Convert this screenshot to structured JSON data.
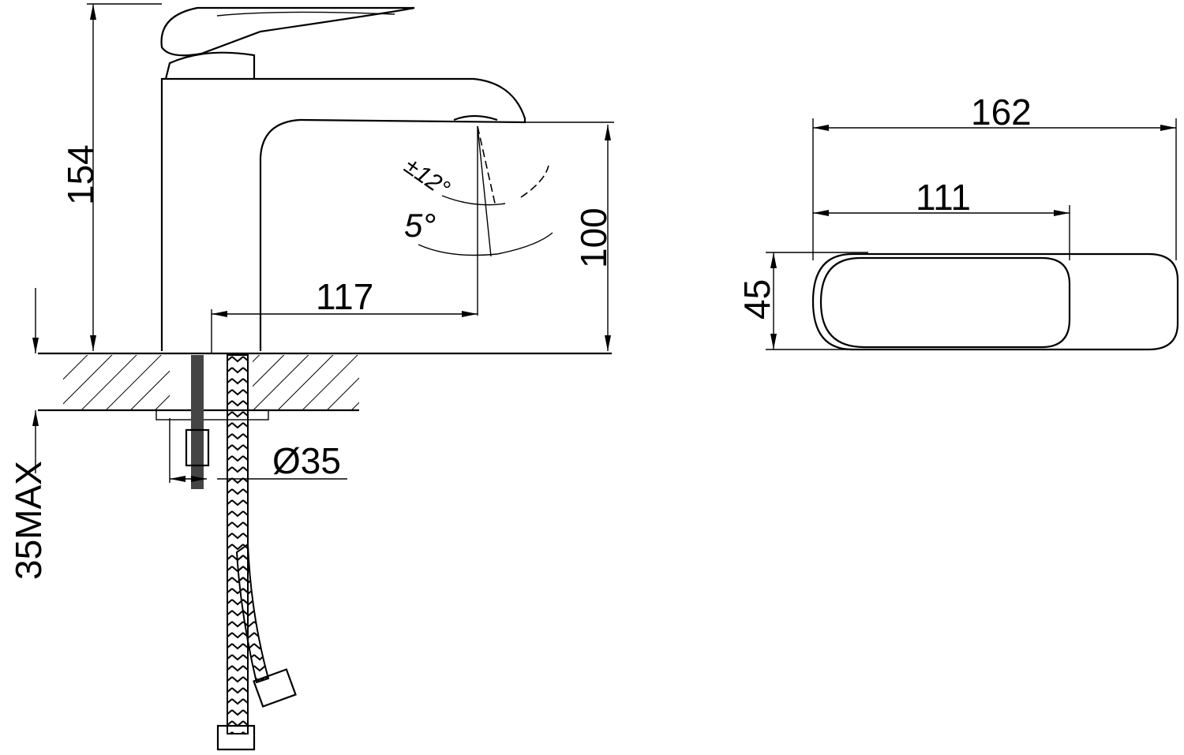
{
  "side_view": {
    "height_total": "154",
    "spout_height": "100",
    "spout_reach": "117",
    "handle_tilt": "±12°",
    "spout_angle": "5°",
    "hole_diameter": "Ø35",
    "deck_thickness": "35MAX"
  },
  "top_view": {
    "overall_length": "162",
    "handle_length": "111",
    "width": "45"
  }
}
